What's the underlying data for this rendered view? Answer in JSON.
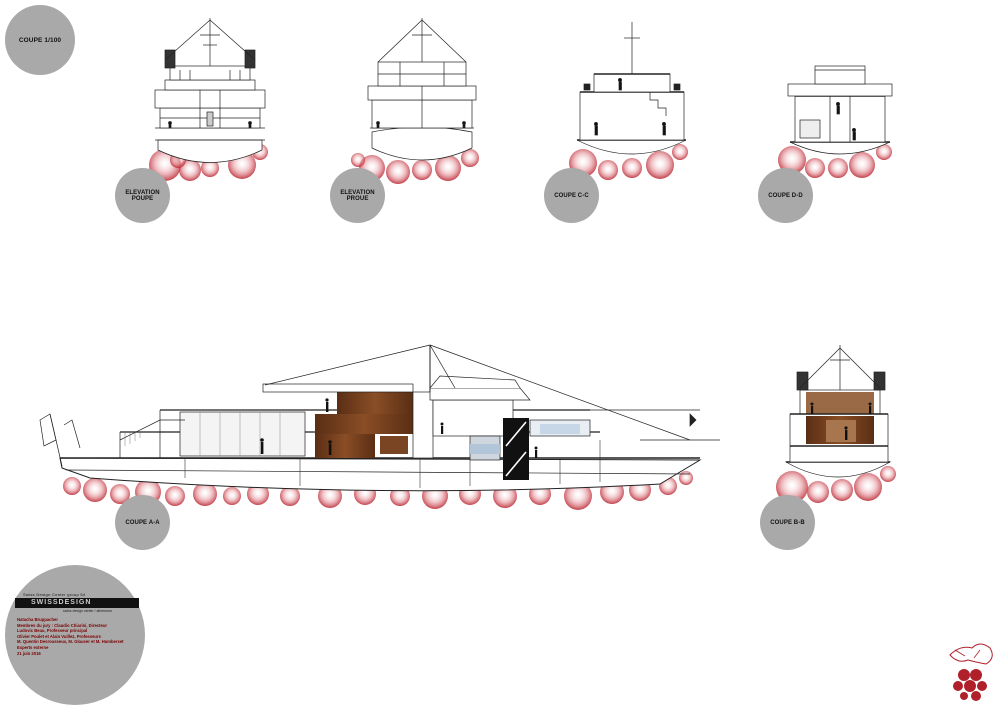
{
  "sheet": {
    "scale_title": "COUPE 1/100"
  },
  "views": {
    "elevation_poupe": "ELEVATION POUPE",
    "elevation_proue": "ELEVATION PROUE",
    "coupe_cc": "COUPE C-C",
    "coupe_dd": "COUPE D-D",
    "coupe_aa": "COUPE A-A",
    "coupe_bb": "COUPE B-B"
  },
  "credits": {
    "tagline": "Swiss Design Center group 54",
    "logo_text": "SWISSDESIGN",
    "logo_sub": "swiss design center / atheneum",
    "lines": [
      "Natacha Bruppacher",
      "Membres du jury : Claudio Chiarini, Directeur",
      "Ludovic Beau, Professeur principal",
      "Olivier Poulet et Alain Vuillez, Professeurs",
      "M. Quentin Desrousseux, M. Glauser et M. Humberset",
      "Experts externe",
      "21 juin 2016"
    ]
  },
  "colors": {
    "water_circles": "#c0303a",
    "label_circles": "#a9a9a9",
    "wood": "#6b3a1e"
  }
}
